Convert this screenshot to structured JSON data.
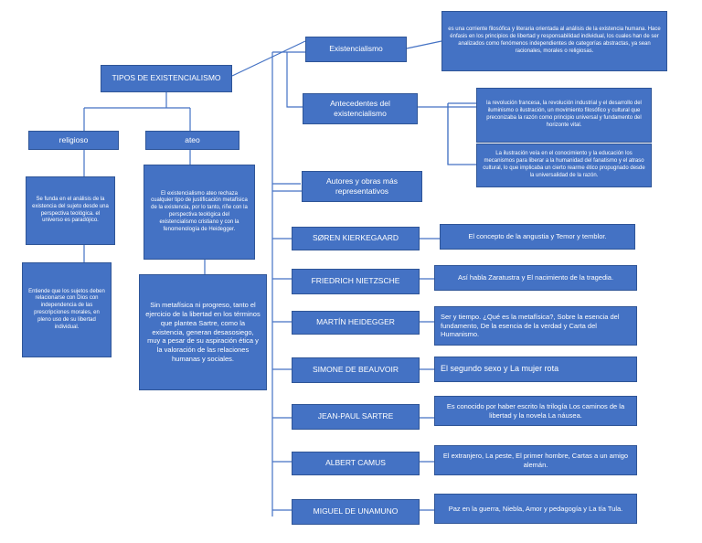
{
  "colors": {
    "box_fill": "#4472c4",
    "box_border": "#2f5597",
    "connector": "#4472c4",
    "text": "#ffffff"
  },
  "root": {
    "title": "TIPOS DE EXISTENCIALISMO"
  },
  "types": {
    "religioso": {
      "label": "religioso",
      "desc1": "Se funda en el análisis de la existencia del sujeto desde una perspectiva teológica. el universo es paradójico.",
      "desc2": "Entiende que los sujetos deben relacionarse con Dios con independencia de las prescripciones morales, en pleno uso de su libertad individual."
    },
    "ateo": {
      "label": "ateo",
      "desc1": "El existencialismo ateo rechaza cualquier tipo de justificación metafísica de la existencia, por lo tanto, riñe con la perspectiva teológica del existencialismo cristiano y con la fenomenología de Heidegger.",
      "desc2": "Sin metafísica ni progreso, tanto el ejercicio de la libertad en los términos que plantea Sartre, como la existencia, generan desasosiego, muy a pesar de su aspiración ética y la valoración de las relaciones humanas y sociales."
    }
  },
  "existencialismo": {
    "label": "Existencialismo",
    "definition": "es una corriente filosófica y literaria orientada al análisis de la existencia humana. Hace énfasis en los principios de libertad y responsabilidad individual, los cuales han de ser analizados como fenómenos independientes de categorías abstractas, ya sean racionales, morales o religiosas."
  },
  "antecedentes": {
    "label": "Antecedentes del existencialismo",
    "items": [
      "la revolución francesa, la revolución industrial y el desarrollo del iluminismo o ilustración, un movimiento filosófico y cultural que preconizaba la razón como principio universal y fundamento del horizonte vital.",
      "La ilustración veía en el conocimiento y la educación los mecanismos para liberar a la humanidad del fanatismo y el atraso cultural, lo que implicaba un cierto rearme ético propugnado desde la universalidad de la razón."
    ]
  },
  "autores": {
    "label": "Autores y obras más representativos",
    "items": [
      {
        "name": "SØREN KIERKEGAARD",
        "works": "El concepto de la angustia y Temor y temblor."
      },
      {
        "name": "FRIEDRICH NIETZSCHE",
        "works": "Así habla Zaratustra y El nacimiento de la tragedia."
      },
      {
        "name": "MARTÍN HEIDEGGER",
        "works": "Ser y tiempo. ¿Qué es la metafísica?, Sobre la esencia del fundamento, De la esencia de la verdad y Carta del Humanismo."
      },
      {
        "name": "SIMONE DE BEAUVOIR",
        "works": "El segundo sexo y La mujer rota"
      },
      {
        "name": "JEAN-PAUL SARTRE",
        "works": "Es conocido por haber escrito la trilogía Los caminos de la libertad y la novela La náusea."
      },
      {
        "name": "ALBERT CAMUS",
        "works": "El extranjero, La peste, El primer hombre, Cartas a un amigo alemán."
      },
      {
        "name": "MIGUEL DE UNAMUNO",
        "works": "Paz en la guerra, Niebla, Amor y pedagogía y La tía Tula."
      }
    ]
  }
}
